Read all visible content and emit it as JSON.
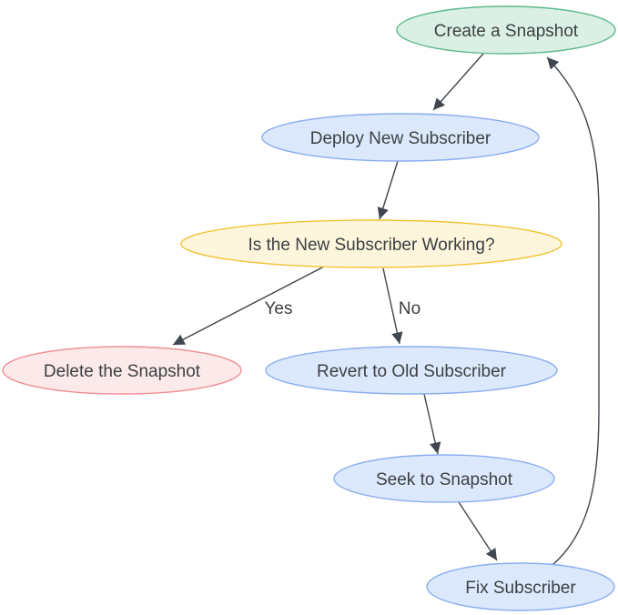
{
  "diagram": {
    "type": "flowchart",
    "nodes": [
      {
        "id": "create-snapshot",
        "label": "Create a Snapshot",
        "fill": "#daf0e4",
        "stroke": "#5cb98c"
      },
      {
        "id": "deploy-new-subscriber",
        "label": "Deploy New Subscriber",
        "fill": "#dce9fc",
        "stroke": "#8badf0"
      },
      {
        "id": "is-new-subscriber-working",
        "label": "Is the New Subscriber Working?",
        "fill": "#fdf6dc",
        "stroke": "#f1c232"
      },
      {
        "id": "delete-the-snapshot",
        "label": "Delete the Snapshot",
        "fill": "#fce9e9",
        "stroke": "#ef8f93"
      },
      {
        "id": "revert-to-old-subscriber",
        "label": "Revert to Old Subscriber",
        "fill": "#dce9fc",
        "stroke": "#8badf0"
      },
      {
        "id": "seek-to-snapshot",
        "label": "Seek to Snapshot",
        "fill": "#dce9fc",
        "stroke": "#8badf0"
      },
      {
        "id": "fix-subscriber",
        "label": "Fix Subscriber",
        "fill": "#dce9fc",
        "stroke": "#8badf0"
      }
    ],
    "edges": [
      {
        "from": "create-snapshot",
        "to": "deploy-new-subscriber",
        "label": ""
      },
      {
        "from": "deploy-new-subscriber",
        "to": "is-new-subscriber-working",
        "label": ""
      },
      {
        "from": "is-new-subscriber-working",
        "to": "delete-the-snapshot",
        "label": "Yes"
      },
      {
        "from": "is-new-subscriber-working",
        "to": "revert-to-old-subscriber",
        "label": "No"
      },
      {
        "from": "revert-to-old-subscriber",
        "to": "seek-to-snapshot",
        "label": ""
      },
      {
        "from": "seek-to-snapshot",
        "to": "fix-subscriber",
        "label": ""
      },
      {
        "from": "fix-subscriber",
        "to": "create-snapshot",
        "label": ""
      }
    ],
    "colors": {
      "edge": "#3f464e",
      "text": "#3c4043",
      "background": "#ffffff"
    }
  }
}
